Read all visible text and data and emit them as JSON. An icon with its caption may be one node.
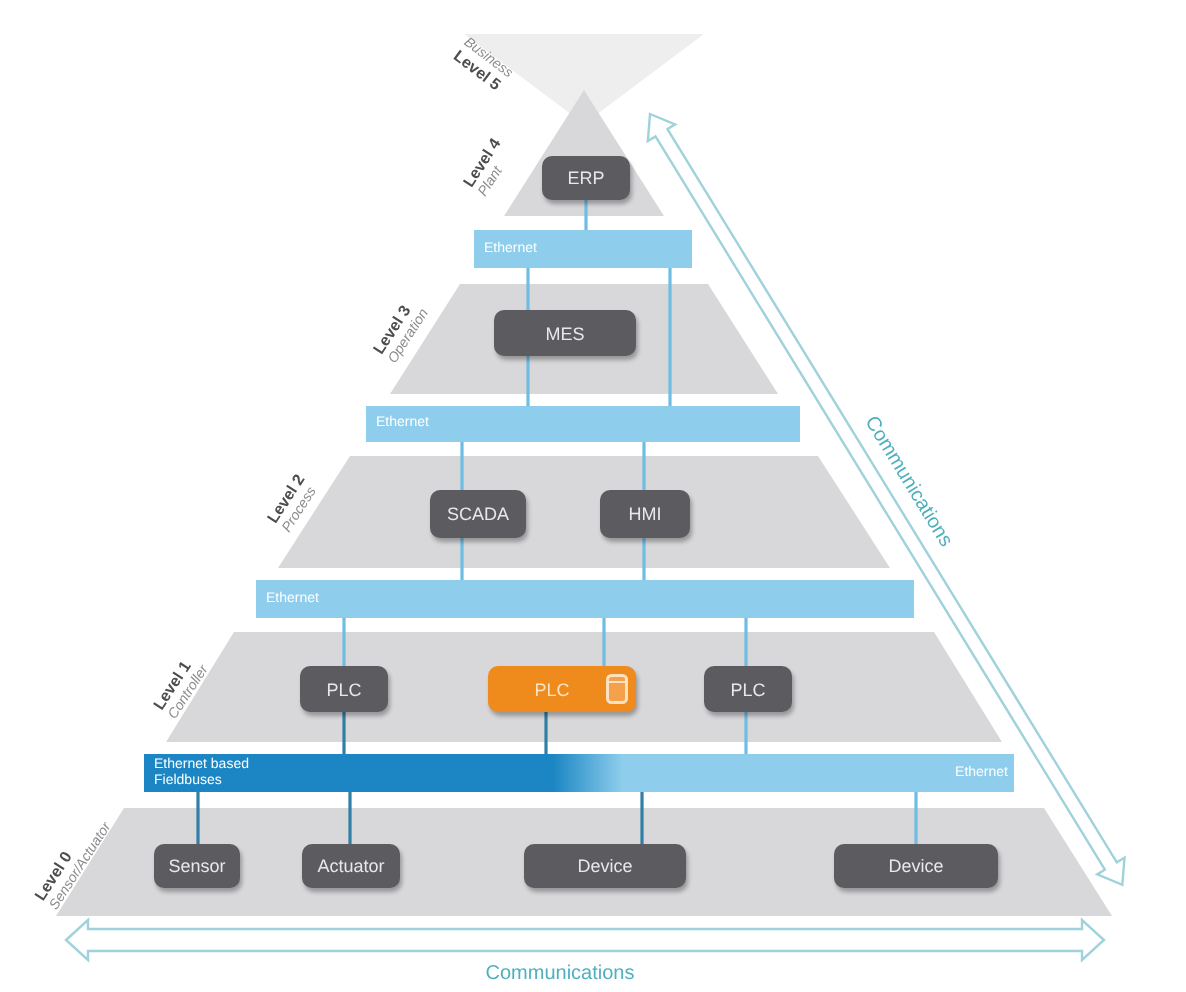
{
  "diagram": {
    "nodes": [
      {
        "text": [
          "Business",
          "Level 5"
        ]
      },
      {
        "text": [
          "Level 4",
          "Plant"
        ]
      },
      {
        "text": [
          "ERP"
        ],
        "in": 1
      },
      {
        "text": [
          "Ethernet"
        ]
      },
      {
        "text": [
          "Level 3",
          "Operation"
        ]
      },
      {
        "text": [
          "MES"
        ],
        "in": 4
      },
      {
        "text": [
          "Ethernet"
        ]
      },
      {
        "text": [
          "Level 2",
          "Process"
        ]
      },
      {
        "text": [
          "SCADA"
        ],
        "in": 7
      },
      {
        "text": [
          "HMI"
        ],
        "in": 7
      },
      {
        "text": [
          "Ethernet"
        ]
      },
      {
        "text": [
          "Level 1",
          "Controller"
        ]
      },
      {
        "text": [
          "PLC"
        ],
        "in": 11
      },
      {
        "text": [
          "PLC"
        ],
        "in": 11
      },
      {
        "text": [
          "PLC"
        ],
        "in": 11
      },
      {
        "text": [
          "Ethernet based Fieldbuses",
          "Ethernet"
        ]
      },
      {
        "text": [
          "Level 0",
          "Sensor/Actuator"
        ]
      },
      {
        "text": [
          "Sensor"
        ],
        "in": 16
      },
      {
        "text": [
          "Actuator"
        ],
        "in": 16
      },
      {
        "text": [
          "Device"
        ],
        "in": 16
      },
      {
        "text": [
          "Device"
        ],
        "in": 16
      }
    ],
    "edges": [
      {
        "from": 2,
        "to": 3,
        "arrow": "none"
      },
      {
        "from": 3,
        "to": 5,
        "arrow": "none"
      },
      {
        "from": 5,
        "to": 6,
        "arrow": "none"
      },
      {
        "from": 3,
        "to": 6,
        "arrow": "none"
      },
      {
        "from": 6,
        "to": 8,
        "arrow": "none"
      },
      {
        "from": 8,
        "to": 10,
        "arrow": "none"
      },
      {
        "from": 6,
        "to": 9,
        "arrow": "none"
      },
      {
        "from": 9,
        "to": 10,
        "arrow": "none"
      },
      {
        "from": 10,
        "to": 12,
        "arrow": "none"
      },
      {
        "from": 12,
        "to": 15,
        "arrow": "none",
        "color": "#2f7fa6"
      },
      {
        "from": 10,
        "to": 13,
        "arrow": "none"
      },
      {
        "from": 13,
        "to": 15,
        "arrow": "none",
        "color": "#2f7fa6"
      },
      {
        "from": 10,
        "to": 14,
        "arrow": "none"
      },
      {
        "from": 14,
        "to": 15,
        "arrow": "none"
      },
      {
        "from": 15,
        "to": 17,
        "arrow": "none",
        "color": "#2f7fa6"
      },
      {
        "from": 15,
        "to": 18,
        "arrow": "none",
        "color": "#2f7fa6"
      },
      {
        "from": 15,
        "to": 19,
        "arrow": "none",
        "color": "#2f7fa6"
      },
      {
        "from": 15,
        "to": 20,
        "arrow": "none"
      }
    ],
    "labels": [
      "Communications",
      "Communications"
    ]
  }
}
